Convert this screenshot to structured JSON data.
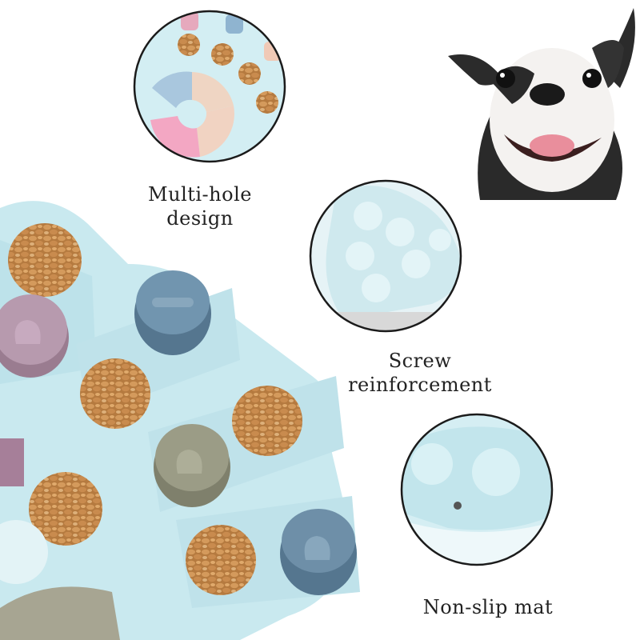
{
  "captions": {
    "feature_1": [
      "Multi-hole",
      "design"
    ],
    "feature_2": [
      "Screw",
      "reinforcement"
    ],
    "feature_3": [
      "Non-slip mat"
    ]
  },
  "colors": {
    "puzzle_blue": "#c9e9ef",
    "puzzle_edge": "#a9d4de",
    "lid_purple": "#b79aae",
    "lid_blue": "#6e8fa8",
    "lid_olive": "#9b9c86",
    "food_brown": "#c88a4c",
    "dog_black": "#2a2a2a"
  },
  "icons": [
    "bone-icon",
    "paw-icon"
  ]
}
